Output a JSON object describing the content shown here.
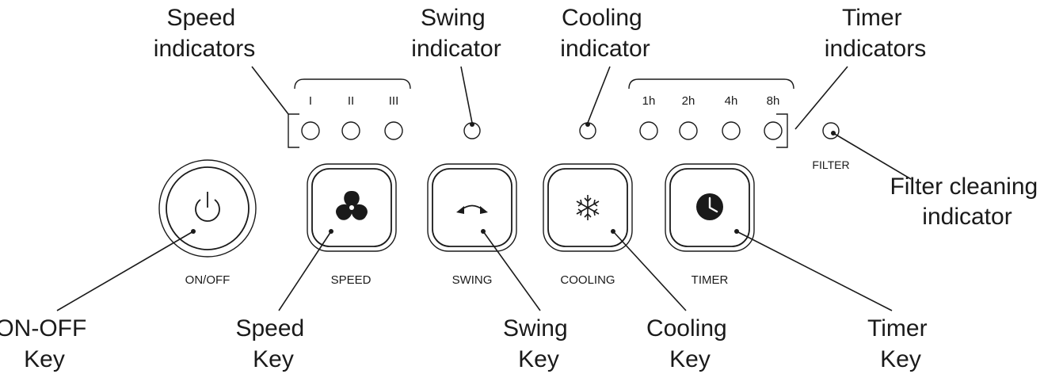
{
  "callouts": {
    "speed_indicators": [
      "Speed",
      "indicators"
    ],
    "swing_indicator": [
      "Swing",
      "indicator"
    ],
    "cooling_indicator": [
      "Cooling",
      "indicator"
    ],
    "timer_indicators": [
      "Timer",
      "indicators"
    ],
    "filter_cleaning_indicator": [
      "Filter cleaning",
      "indicator"
    ],
    "on_off_key": [
      "ON-OFF",
      "Key"
    ],
    "speed_key": [
      "Speed",
      "Key"
    ],
    "swing_key": [
      "Swing",
      "Key"
    ],
    "cooling_key": [
      "Cooling",
      "Key"
    ],
    "timer_key": [
      "Timer",
      "Key"
    ]
  },
  "indicator_labels": {
    "speed": [
      "I",
      "II",
      "III"
    ],
    "timer": [
      "1h",
      "2h",
      "4h",
      "8h"
    ],
    "filter": "FILTER"
  },
  "button_labels": {
    "on_off": "ON/OFF",
    "speed": "SPEED",
    "swing": "SWING",
    "cooling": "COOLING",
    "timer": "TIMER"
  },
  "icons": {
    "on_off": "power-icon",
    "speed": "fan-icon",
    "swing": "swing-arrows-icon",
    "cooling": "snowflake-icon",
    "timer": "clock-icon"
  }
}
